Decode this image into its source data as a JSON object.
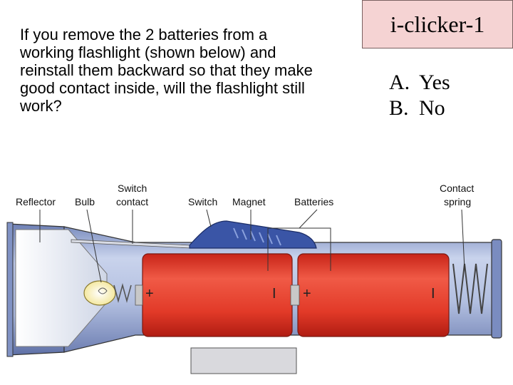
{
  "question": "If you remove the 2 batteries from a working flashlight (shown below) and reinstall them backward so that they make good contact inside, will the flashlight still work?",
  "clicker_title": "i-clicker-1",
  "options": [
    {
      "letter": "A.",
      "text": "Yes"
    },
    {
      "letter": "B.",
      "text": "No"
    }
  ],
  "diagram": {
    "labels": {
      "reflector": "Reflector",
      "bulb": "Bulb",
      "switch_contact_1": "Switch",
      "switch_contact_2": "contact",
      "switch": "Switch",
      "magnet": "Magnet",
      "batteries": "Batteries",
      "contact_spring_1": "Contact",
      "contact_spring_2": "spring"
    },
    "battery_1": {
      "plus": "+",
      "minus": "I"
    },
    "battery_2": {
      "plus": "+",
      "minus": "I"
    },
    "colors": {
      "casing": "#a9b7d8",
      "battery": "#e43a2a",
      "switch": "#3a55a6",
      "bulb": "#fff8c8"
    }
  }
}
